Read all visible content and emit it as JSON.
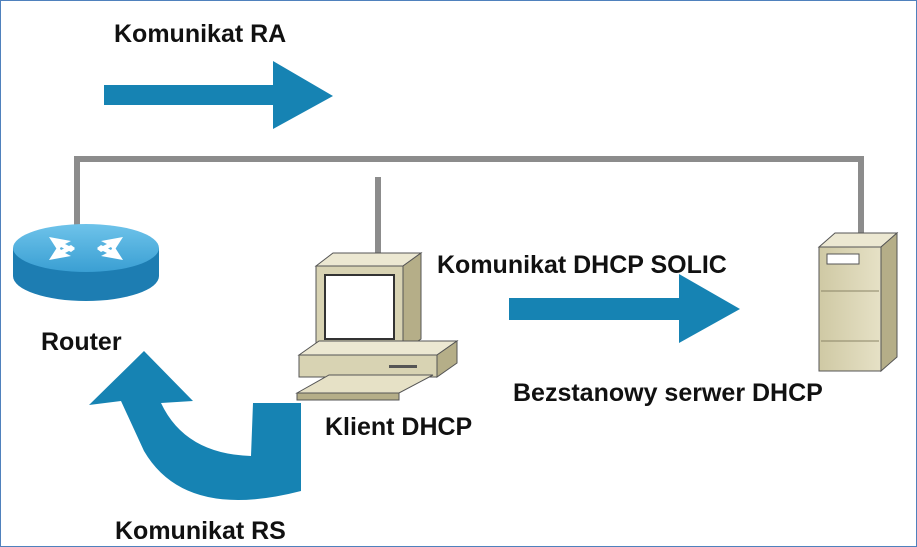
{
  "labels": {
    "ra_message": "Komunikat RA",
    "router": "Router",
    "solicit_message": "Komunikat DHCP SOLIC",
    "stateless_server": "Bezstanowy serwer DHCP",
    "client": "Klient DHCP",
    "rs_message": "Komunikat RS"
  },
  "icons": {
    "router": "router-icon",
    "client": "desktop-computer-icon",
    "server": "tower-server-icon",
    "ra_arrow": "arrow-right-icon",
    "solicit_arrow": "arrow-right-icon",
    "rs_arrow": "curved-arrow-up-icon"
  },
  "colors": {
    "arrow": "#1683b3",
    "link": "#8c8c8c",
    "router_body": "#2a8ec4",
    "device_beige": "#d8d3b3",
    "border": "#4f81bd"
  }
}
